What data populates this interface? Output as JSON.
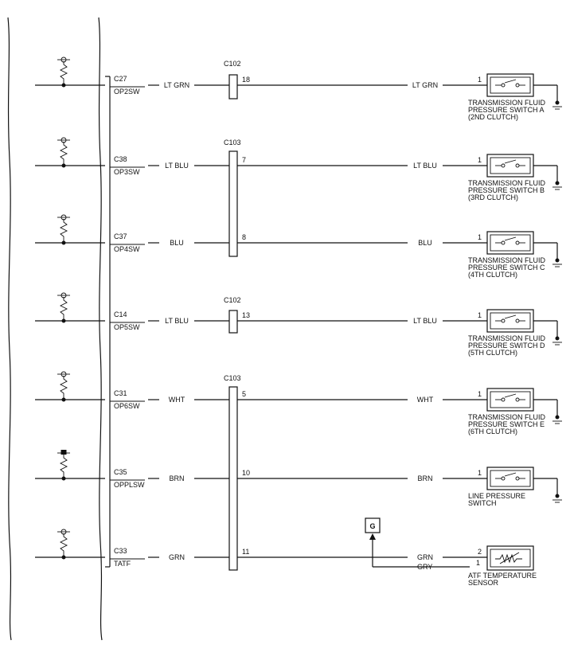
{
  "circuits": [
    {
      "pin": "C27",
      "signal": "OP2SW",
      "wire": "LT GRN",
      "connector": "C102",
      "conn_pin": "18",
      "wire_right": "LT GRN",
      "comp_pin": "1",
      "component": [
        "TRANSMISSION FLUID",
        "PRESSURE SWITCH A",
        "(2ND CLUTCH)"
      ]
    },
    {
      "pin": "C38",
      "signal": "OP3SW",
      "wire": "LT BLU",
      "connector": "C103",
      "conn_pin": "7",
      "wire_right": "LT BLU",
      "comp_pin": "1",
      "component": [
        "TRANSMISSION FLUID",
        "PRESSURE SWITCH B",
        "(3RD CLUTCH)"
      ]
    },
    {
      "pin": "C37",
      "signal": "OP4SW",
      "wire": "BLU",
      "connector": "",
      "conn_pin": "8",
      "wire_right": "BLU",
      "comp_pin": "1",
      "component": [
        "TRANSMISSION FLUID",
        "PRESSURE SWITCH C",
        "(4TH CLUTCH)"
      ]
    },
    {
      "pin": "C14",
      "signal": "OP5SW",
      "wire": "LT BLU",
      "connector": "C102",
      "conn_pin": "13",
      "wire_right": "LT BLU",
      "comp_pin": "1",
      "component": [
        "TRANSMISSION FLUID",
        "PRESSURE SWITCH D",
        "(5TH CLUTCH)"
      ]
    },
    {
      "pin": "C31",
      "signal": "OP6SW",
      "wire": "WHT",
      "connector": "C103",
      "conn_pin": "5",
      "wire_right": "WHT",
      "comp_pin": "1",
      "component": [
        "TRANSMISSION FLUID",
        "PRESSURE SWITCH E",
        "(6TH CLUTCH)"
      ]
    },
    {
      "pin": "C35",
      "signal": "OPPLSW",
      "wire": "BRN",
      "connector": "",
      "conn_pin": "10",
      "wire_right": "BRN",
      "comp_pin": "1",
      "component": [
        "LINE PRESSURE",
        "SWITCH"
      ]
    },
    {
      "pin": "C33",
      "signal": "TATF",
      "wire": "GRN",
      "connector": "",
      "conn_pin": "11",
      "wire_right": "GRN",
      "comp_pin": "2",
      "component": [
        "ATF TEMPERATURE",
        "SENSOR"
      ]
    }
  ],
  "atf_return": {
    "wire": "GRY",
    "pin": "1"
  },
  "ground_box": {
    "label": "G"
  }
}
